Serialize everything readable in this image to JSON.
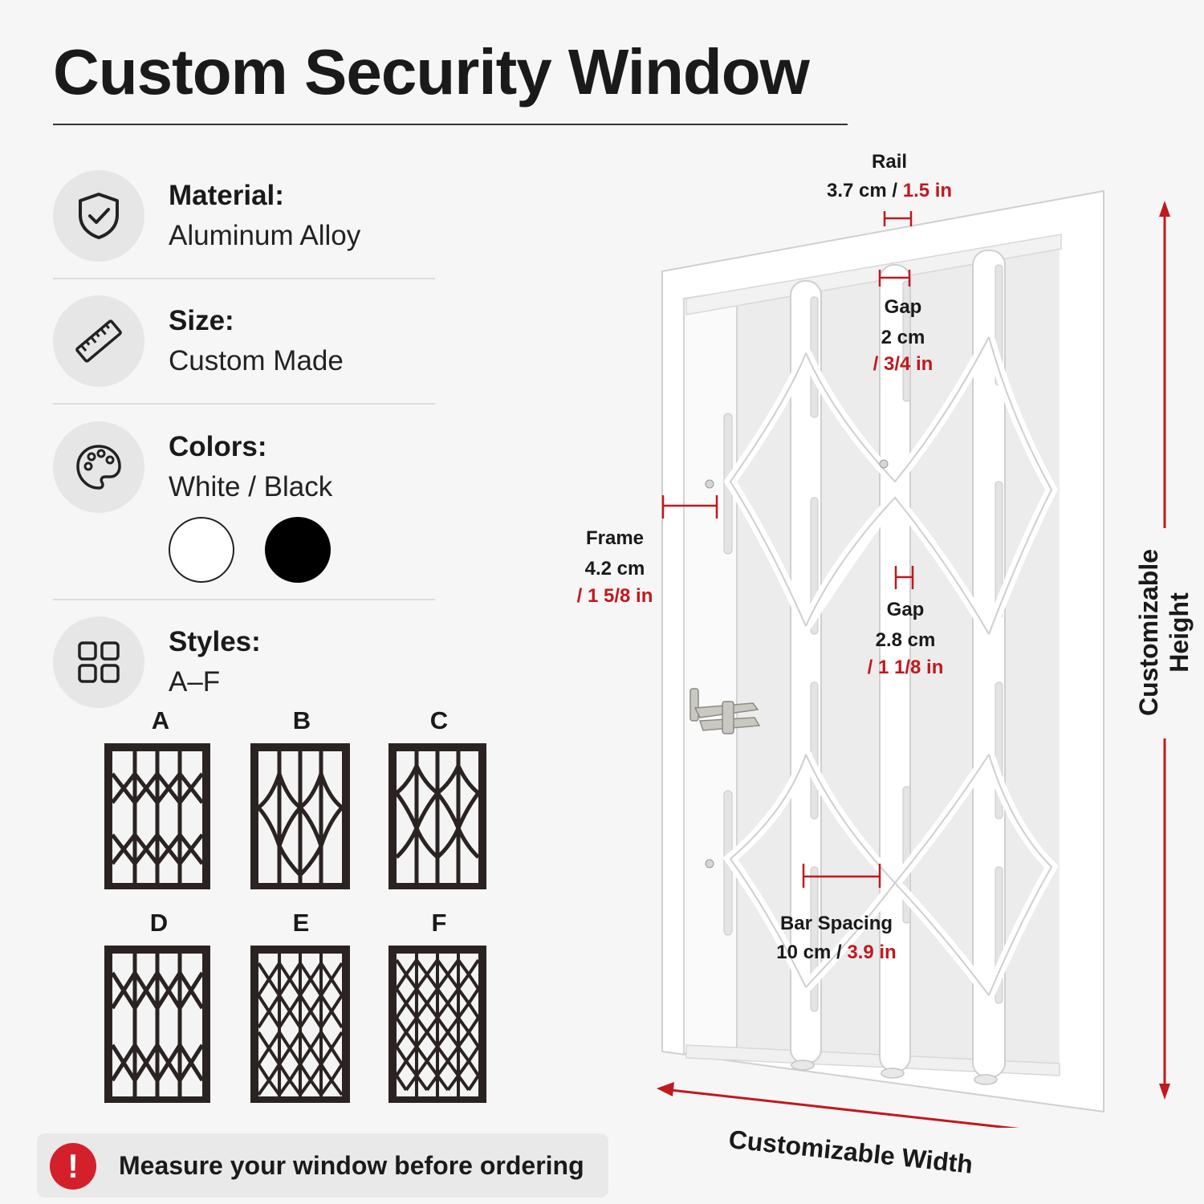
{
  "title": "Custom Security Window",
  "specs": {
    "material": {
      "label": "Material:",
      "value": "Aluminum Alloy",
      "icon": "shield-check-icon"
    },
    "size": {
      "label": "Size:",
      "value": "Custom Made",
      "icon": "ruler-icon"
    },
    "colors": {
      "label": "Colors:",
      "value": "White / Black",
      "icon": "palette-icon",
      "swatches": [
        "#ffffff",
        "#000000"
      ]
    },
    "styles": {
      "label": "Styles:",
      "value": "A–F",
      "icon": "grid-icon",
      "items": [
        "A",
        "B",
        "C",
        "D",
        "E",
        "F"
      ]
    }
  },
  "dimensions": {
    "rail": {
      "label": "Rail",
      "metric": "3.7 cm / ",
      "imperial": "1.5 in"
    },
    "gap_top": {
      "label": "Gap",
      "metric": "2 cm",
      "imperial": "/ 3/4 in"
    },
    "frame": {
      "label": "Frame",
      "metric": "4.2 cm",
      "imperial": "/ 1 5/8 in"
    },
    "gap_mid": {
      "label": "Gap",
      "metric": "2.8 cm",
      "imperial": "/ 1 1/8 in"
    },
    "bar_spacing": {
      "label": "Bar Spacing",
      "metric": "10 cm / ",
      "imperial": "3.9 in"
    }
  },
  "axes": {
    "width": "Customizable Width",
    "height_line1": "Customizable",
    "height_line2": "Height"
  },
  "warning": {
    "icon": "alert-icon",
    "symbol": "!",
    "text": "Measure your window before ordering"
  },
  "colors": {
    "accent_red": "#c0191e",
    "frame_dark": "#2b2222"
  }
}
